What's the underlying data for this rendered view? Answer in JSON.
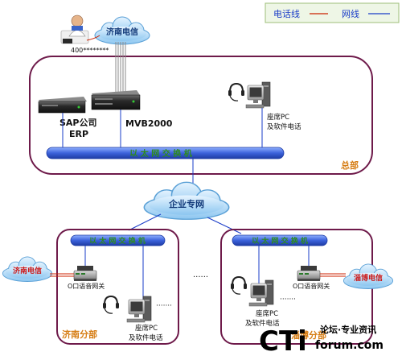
{
  "legend": {
    "phone_line_label": "电话线",
    "network_line_label": "网线",
    "phone_line_color": "#cc2200",
    "network_line_color": "#1a3cc8"
  },
  "hq": {
    "label": "总部",
    "cloud_label": "济南电信",
    "phone_number": "400********",
    "server_sap_label_1": "SAP公司",
    "server_sap_label_2": "ERP",
    "server_mvb_label": "MVB2000",
    "pc_label_1": "座席PC",
    "pc_label_2": "及软件电话",
    "switch_label": "以 太 网 交 换 机"
  },
  "wan": {
    "cloud_label": "企业专网"
  },
  "jinan_branch": {
    "label": "济南分部",
    "cloud_label": "济南电信",
    "switch_label": "以 太 网 交 换 机",
    "gateway_label": "O口语音网关",
    "pc_label_1": "座席PC",
    "pc_label_2": "及软件电话",
    "dots_right": "·······"
  },
  "middle_dots": "······",
  "zibo_branch": {
    "label": "淄博分部",
    "cloud_label": "淄博电信",
    "switch_label": "以 太 网 交 换 机",
    "gateway_label": "O口语音网关",
    "pc_label_1": "座席PC",
    "pc_label_2": "及软件电话",
    "dots_right": "·······"
  },
  "watermark": {
    "brand": "CTi",
    "tagline": "论坛·专业资讯",
    "domain": "forum.com"
  },
  "colors": {
    "border_purple": "#6e1a4a",
    "switch_blue": "#3a63d6",
    "switch_text_green": "#2e8b1e",
    "branch_label_orange": "#d67d14",
    "cloud_blue": "#a9d6f4"
  }
}
